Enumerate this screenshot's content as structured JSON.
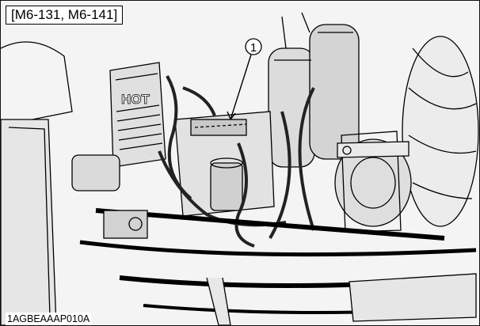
{
  "header": {
    "model_label": "[M6-131, M6-141]"
  },
  "figure": {
    "callout": "1",
    "hot_label": "HOT",
    "code": "1AGBEAAAP010A"
  }
}
